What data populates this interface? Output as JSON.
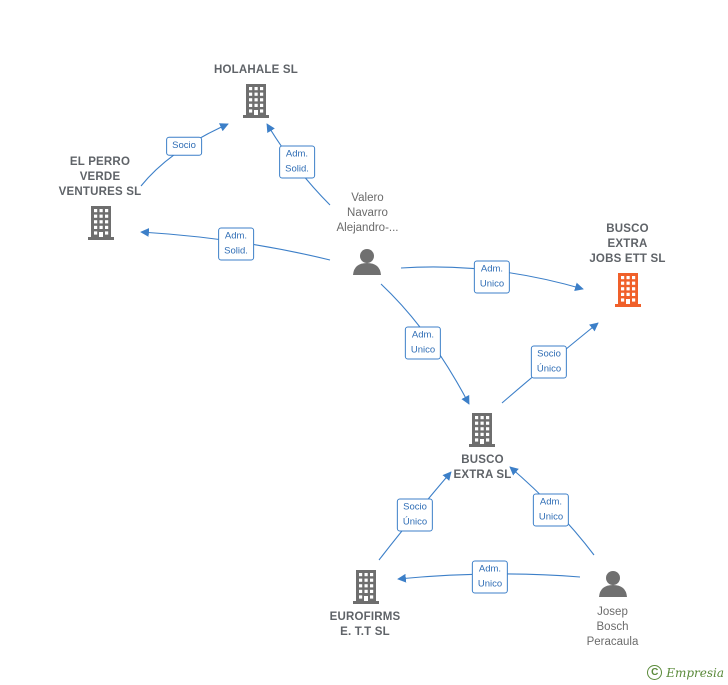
{
  "colors": {
    "edge": "#3c7fc8",
    "company": "#6e6e6e",
    "company_highlight": "#f0602a",
    "person": "#707070"
  },
  "nodes": [
    {
      "id": "holahale",
      "kind": "company",
      "label": "HOLAHALE  SL",
      "icon": "building-icon"
    },
    {
      "id": "elperro",
      "kind": "company",
      "label": "EL PERRO\nVERDE\nVENTURES  SL",
      "icon": "building-icon"
    },
    {
      "id": "valero",
      "kind": "person",
      "label": "Valero\nNavarro\nAlejandro-...",
      "icon": "person-icon"
    },
    {
      "id": "buscoextrajobs",
      "kind": "company",
      "label": "BUSCO\nEXTRA\nJOBS ETT  SL",
      "icon": "building-icon",
      "highlight": true
    },
    {
      "id": "buscoextra",
      "kind": "company",
      "label": "BUSCO\nEXTRA  SL",
      "icon": "building-icon"
    },
    {
      "id": "eurofirms",
      "kind": "company",
      "label": "EUROFIRMS\nE. T.T SL",
      "icon": "building-icon"
    },
    {
      "id": "josep",
      "kind": "person",
      "label": "Josep\nBosch\nPeracaula",
      "icon": "person-icon"
    }
  ],
  "edges": [
    {
      "from": "elperro",
      "to": "holahale",
      "label": "Socio"
    },
    {
      "from": "valero",
      "to": "holahale",
      "label": "Adm.\nSolid."
    },
    {
      "from": "valero",
      "to": "elperro",
      "label": "Adm.\nSolid."
    },
    {
      "from": "valero",
      "to": "buscoextrajobs",
      "label": "Adm.\nUnico"
    },
    {
      "from": "valero",
      "to": "buscoextra",
      "label": "Adm.\nUnico"
    },
    {
      "from": "buscoextra",
      "to": "buscoextrajobs",
      "label": "Socio\nÚnico"
    },
    {
      "from": "eurofirms",
      "to": "buscoextra",
      "label": "Socio\nÚnico"
    },
    {
      "from": "josep",
      "to": "buscoextra",
      "label": "Adm.\nUnico"
    },
    {
      "from": "josep",
      "to": "eurofirms",
      "label": "Adm.\nUnico"
    }
  ],
  "footer": {
    "copyright_symbol": "C",
    "brand": "Empresia"
  }
}
